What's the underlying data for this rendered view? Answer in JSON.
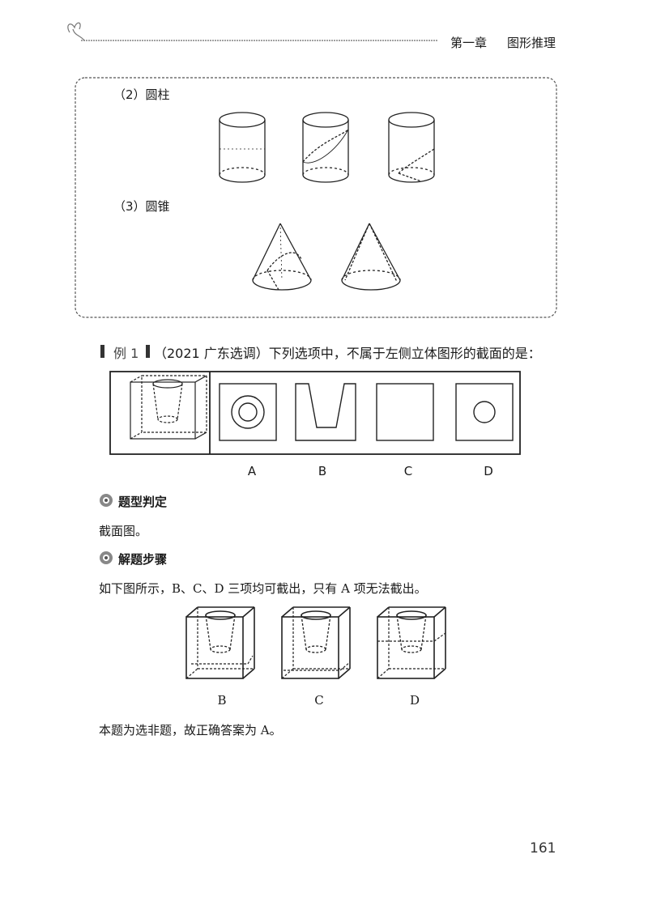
{
  "header": {
    "chapter": "第一章",
    "title": "图形推理"
  },
  "box": {
    "section_cylinder": "（2）圆柱",
    "section_cone": "（3）圆锥"
  },
  "example": {
    "marker": "例 1",
    "text": "（2021 广东选调）下列选项中，不属于左侧立体图形的截面的是："
  },
  "options": [
    "A",
    "B",
    "C",
    "D"
  ],
  "type_section": {
    "heading": "题型判定",
    "text": "截面图。"
  },
  "solution": {
    "heading": "解题步骤",
    "text": "如下图所示，B、C、D 三项均可截出，只有 A 项无法截出。",
    "figure_labels": [
      "B",
      "C",
      "D"
    ],
    "conclusion": "本题为选非题，故正确答案为 A。"
  },
  "page_number": "161"
}
